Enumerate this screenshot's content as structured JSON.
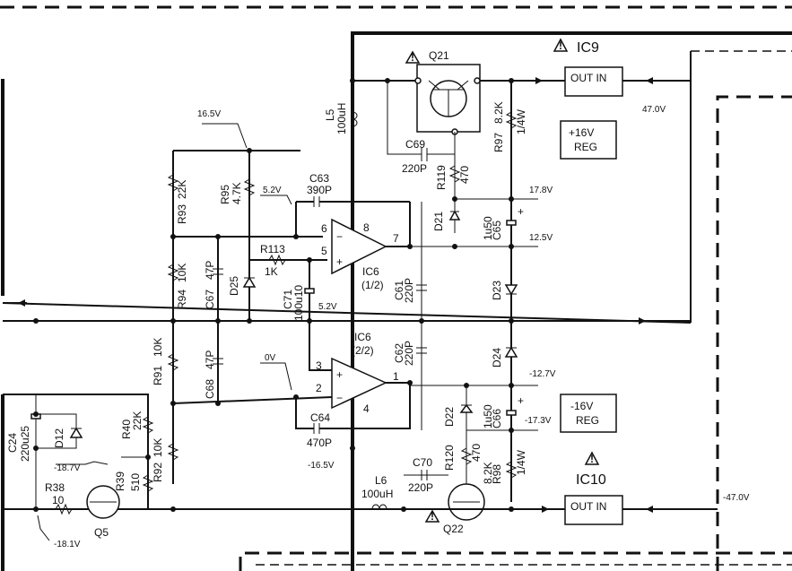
{
  "components": {
    "Q21": {
      "ref": "Q21"
    },
    "IC9": {
      "ref": "IC9",
      "pins": "OUT IN"
    },
    "IC9_reg": {
      "line1": "+16V",
      "line2": "REG"
    },
    "IC10": {
      "ref": "IC10",
      "pins": "OUT IN"
    },
    "IC10_reg": {
      "line1": "-16V",
      "line2": "REG"
    },
    "L5": {
      "ref": "L5",
      "value": "100uH"
    },
    "L6": {
      "ref": "L6",
      "value": "100uH"
    },
    "C69": {
      "ref": "C69",
      "value": "220P"
    },
    "C70": {
      "ref": "C70",
      "value": "220P"
    },
    "R119": {
      "ref": "R119",
      "value": "470"
    },
    "R120": {
      "ref": "R120",
      "value": "470"
    },
    "R97": {
      "ref": "R97",
      "value": "8.2K",
      "power": "1/4W"
    },
    "R98": {
      "ref": "R98",
      "value": "8.2K",
      "power": "1/4W"
    },
    "D21": {
      "ref": "D21"
    },
    "D22": {
      "ref": "D22"
    },
    "D23": {
      "ref": "D23"
    },
    "D24": {
      "ref": "D24"
    },
    "D25": {
      "ref": "D25"
    },
    "D12": {
      "ref": "D12"
    },
    "C65": {
      "ref": "C65",
      "value": "1u50"
    },
    "C66": {
      "ref": "C66",
      "value": "1u50"
    },
    "C63": {
      "ref": "C63",
      "value": "390P"
    },
    "C64": {
      "ref": "C64",
      "value": "470P"
    },
    "C61": {
      "ref": "C61",
      "value": "220P"
    },
    "C62": {
      "ref": "C62",
      "value": "220P"
    },
    "C71": {
      "ref": "C71",
      "value": "100u10"
    },
    "C67": {
      "ref": "C67",
      "value": "47P"
    },
    "C68": {
      "ref": "C68",
      "value": "47P"
    },
    "C24": {
      "ref": "C24",
      "value": "220u25"
    },
    "R93": {
      "ref": "R93",
      "value": "22K"
    },
    "R94": {
      "ref": "R94",
      "value": "10K"
    },
    "R95": {
      "ref": "R95",
      "value": "4.7K"
    },
    "R113": {
      "ref": "R113",
      "value": "1K"
    },
    "R91": {
      "ref": "R91",
      "value": "10K"
    },
    "R92": {
      "ref": "R92",
      "value": "10K"
    },
    "R40": {
      "ref": "R40",
      "value": "22K"
    },
    "R39": {
      "ref": "R39",
      "value": "510"
    },
    "R38": {
      "ref": "R38",
      "value": "10"
    },
    "Q5": {
      "ref": "Q5"
    },
    "Q22": {
      "ref": "Q22"
    },
    "IC6a": {
      "ref": "IC6",
      "unit": "(1/2)",
      "pin_in_neg": "6",
      "pin_in_pos": "5",
      "pin_out": "7",
      "pin_vcc": "8"
    },
    "IC6b": {
      "ref": "IC6",
      "unit": "(2/2)",
      "pin_in_neg": "3",
      "pin_in_pos": "2",
      "pin_out": "1",
      "pin_vee": "4"
    }
  },
  "voltages": {
    "v16_5": "16.5V",
    "v5_2a": "5.2V",
    "v5_2b": "5.2V",
    "v0": "0V",
    "v17_8": "17.8V",
    "v12_5": "12.5V",
    "v17_3": "-17.3V",
    "v12_7": "-12.7V",
    "vneg16_5": "-16.5V",
    "vneg18_7": "-18.7V",
    "vneg18_1": "-18.1V",
    "v47": "47.0V",
    "vneg47": "-47.0V"
  }
}
